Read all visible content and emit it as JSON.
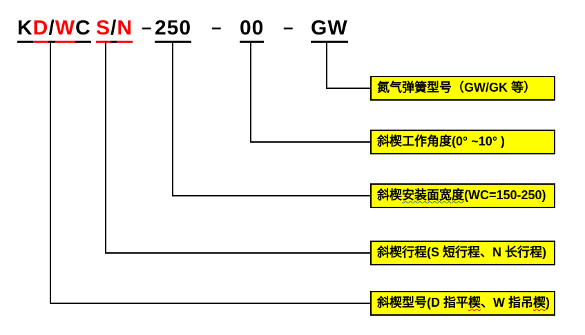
{
  "title_code": {
    "kdwc": [
      {
        "t": "K",
        "c": "#000000"
      },
      {
        "t": "D",
        "c": "#FF0000"
      },
      {
        "t": "/",
        "c": "#000000"
      },
      {
        "t": "W",
        "c": "#FF0000"
      },
      {
        "t": "C",
        "c": "#000000"
      }
    ],
    "sn": [
      {
        "t": "S",
        "c": "#FF0000"
      },
      {
        "t": "/",
        "c": "#000000"
      },
      {
        "t": "N",
        "c": "#FF0000"
      }
    ],
    "separator": "–",
    "width": "250",
    "angle": "00",
    "spring": "GW"
  },
  "callouts": {
    "spring_label": "氮气弹簧型号（GW/GK 等）",
    "angle_label": "斜楔工作角度(0° ~10° )",
    "width_parts": {
      "p0": "斜楔",
      "p1": "安装面宽度",
      "p2": "(WC=150-250)"
    },
    "stroke_label": "斜楔行程(S 短行程、N 长行程)",
    "model_parts": {
      "p0": "斜楔型号(D 指平",
      "p1": "楔",
      "p2": "、W 指吊",
      "p3": "楔",
      "p4": ")"
    }
  },
  "colors": {
    "accent_red": "#FF0000",
    "callout_yellow": "#FFFF00",
    "line_black": "#000000",
    "squiggle_green": "#267A5A",
    "squiggle_red": "#FF0000"
  }
}
